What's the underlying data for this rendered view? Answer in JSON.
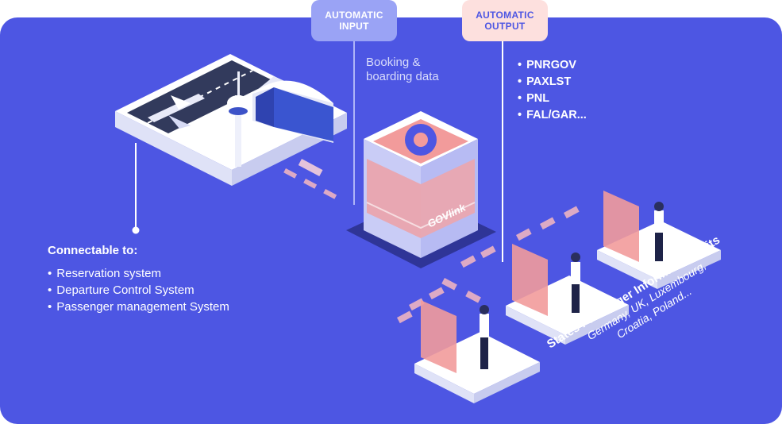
{
  "tags": {
    "input": [
      "AUTOMATIC",
      "INPUT"
    ],
    "output": [
      "AUTOMATIC",
      "OUTPUT"
    ]
  },
  "input_desc": [
    "Booking &",
    "boarding data"
  ],
  "outputs": [
    "PNRGOV",
    "PAXLST",
    "PNL",
    "FAL/GAR..."
  ],
  "server_label": "GOVlink",
  "connectable": {
    "title": "Connectable to:",
    "items": [
      "Reservation system",
      "Departure Control System",
      "Passenger management System"
    ]
  },
  "units": {
    "title": "States Passenger Information Units",
    "countries": [
      "Germany, UK, Luxembourg,",
      "Croatia, Poland..."
    ]
  },
  "colors": {
    "background": "#4d56e3",
    "input_tag": "#9aa3f5",
    "output_tag": "#fde0de",
    "accent_pink": "#f29b9b",
    "dash": "#f7b9c0"
  }
}
